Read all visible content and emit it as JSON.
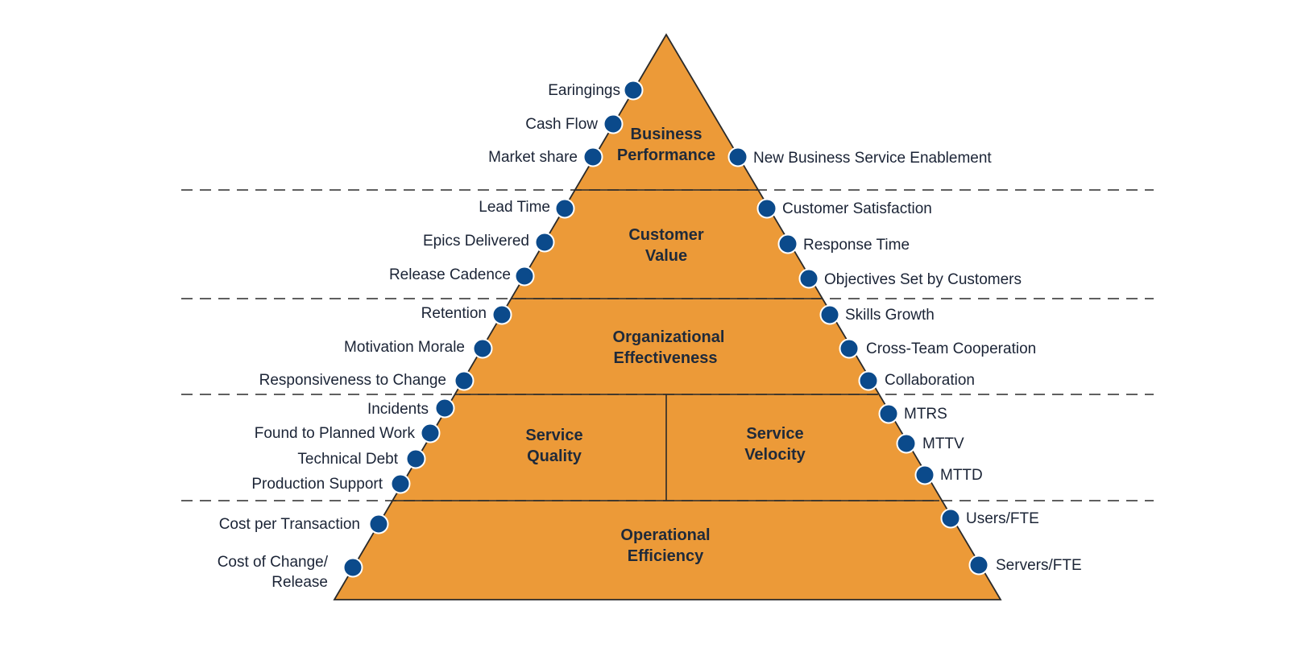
{
  "colors": {
    "pyramid_fill": "#ec9a38",
    "pyramid_edge": "#2a2a2a",
    "dot_fill": "#0b4a8b",
    "text": "#1b2436"
  },
  "levels": {
    "business_performance": {
      "line1": "Business",
      "line2": "Performance",
      "left_metrics": [
        "Earingings",
        "Cash Flow",
        "Market share"
      ],
      "right_metrics": [
        "New Business Service Enablement"
      ]
    },
    "customer_value": {
      "line1": "Customer",
      "line2": "Value",
      "left_metrics": [
        "Lead Time",
        "Epics Delivered",
        "Release Cadence"
      ],
      "right_metrics": [
        "Customer Satisfaction",
        "Response Time",
        "Objectives Set by Customers"
      ]
    },
    "organizational_effectiveness": {
      "line1": "Organizational",
      "line2": "Effectiveness",
      "left_metrics": [
        "Retention",
        "Motivation Morale",
        "Responsiveness to Change"
      ],
      "right_metrics": [
        "Skills Growth",
        "Cross-Team Cooperation",
        "Collaboration"
      ]
    },
    "service_quality": {
      "line1": "Service",
      "line2": "Quality",
      "left_metrics": [
        "Incidents",
        "Found to Planned Work",
        "Technical Debt",
        "Production Support"
      ]
    },
    "service_velocity": {
      "line1": "Service",
      "line2": "Velocity",
      "right_metrics": [
        "MTRS",
        "MTTV",
        "MTTD"
      ]
    },
    "operational_efficiency": {
      "line1": "Operational",
      "line2": "Efficiency",
      "left_metrics": [
        "Cost per Transaction",
        "Cost of Change/",
        "Release"
      ],
      "right_metrics": [
        "Users/FTE",
        "Servers/FTE"
      ]
    }
  }
}
